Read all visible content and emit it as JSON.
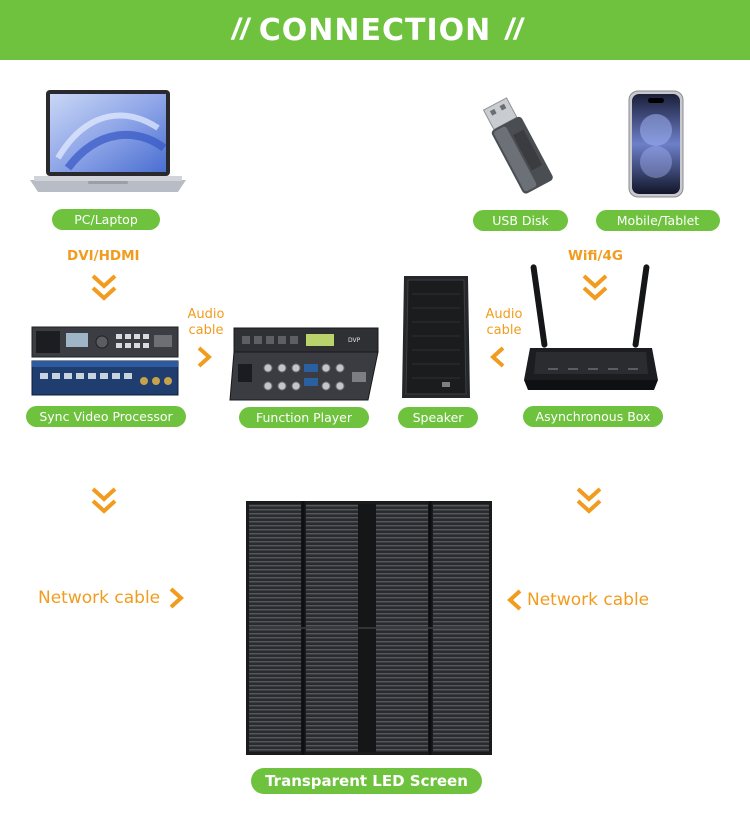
{
  "header": {
    "title": "CONNECTION",
    "slash": "/ /"
  },
  "sources": {
    "pc": "PC/Laptop",
    "usb": "USB Disk",
    "mobile": "Mobile/Tablet"
  },
  "signals": {
    "dvi": "DVI/HDMI",
    "wifi": "Wifi/4G",
    "audio_left": "Audio cable",
    "audio_right": "Audio cable",
    "network_left": "Network cable",
    "network_right": "Network cable"
  },
  "devices": {
    "sync_processor": "Sync Video Processor",
    "function_player": "Function Player",
    "speaker": "Speaker",
    "async_box": "Asynchronous Box",
    "screen": "Transparent LED Screen"
  },
  "colors": {
    "brand_green": "#6ec23e",
    "accent_orange": "#f29c1f"
  }
}
